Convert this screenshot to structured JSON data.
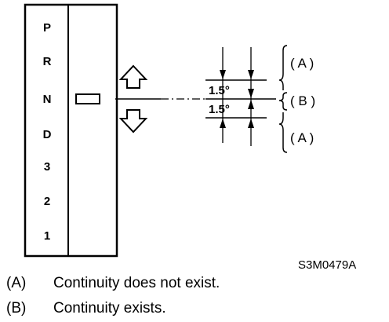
{
  "selector": {
    "positions": [
      "P",
      "R",
      "N",
      "D",
      "3",
      "2",
      "1"
    ],
    "current_position": "N"
  },
  "angles": {
    "upper": "1.5°",
    "lower": "1.5°"
  },
  "zones": {
    "top": "( A )",
    "middle": "( B )",
    "bottom": "( A )"
  },
  "figure_id": "S3M0479A",
  "legend": [
    {
      "key": "(A)",
      "text": "Continuity does not exist."
    },
    {
      "key": "(B)",
      "text": "Continuity exists."
    }
  ]
}
